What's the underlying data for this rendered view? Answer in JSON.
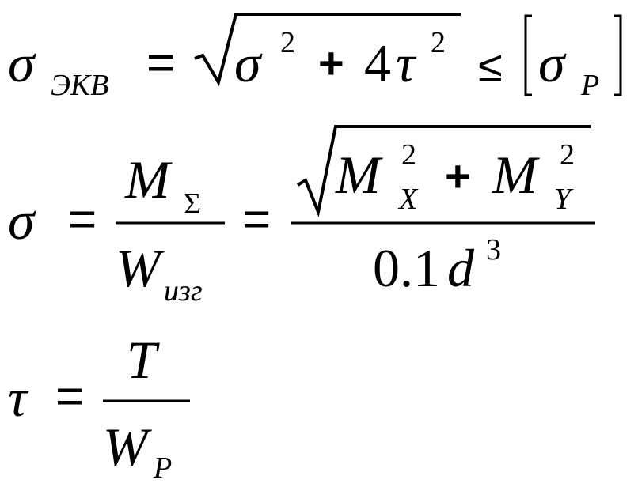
{
  "formula1": {
    "sigma": "σ",
    "sub_ekv": "ЭКВ",
    "eq": "=",
    "rad_sigma": "σ",
    "rad_sigma_exp": "2",
    "plus": "+",
    "four": "4",
    "tau": "τ",
    "tau_exp": "2",
    "leq": "≤",
    "sigma_p": "σ",
    "sub_p": "P"
  },
  "formula2": {
    "sigma": "σ",
    "eq1": "=",
    "num_M": "M",
    "num_sub": "Σ",
    "den_W": "W",
    "den_sub": "изг",
    "eq2": "=",
    "Mx": "M",
    "Mx_exp": "2",
    "Mx_sub": "X",
    "plus": "+",
    "My": "M",
    "My_exp": "2",
    "My_sub": "Y",
    "den_coef": "0.1",
    "den_d": "d",
    "den_exp": "3"
  },
  "formula3": {
    "tau": "τ",
    "eq": "=",
    "num_T": "T",
    "den_W": "W",
    "den_sub": "P"
  }
}
